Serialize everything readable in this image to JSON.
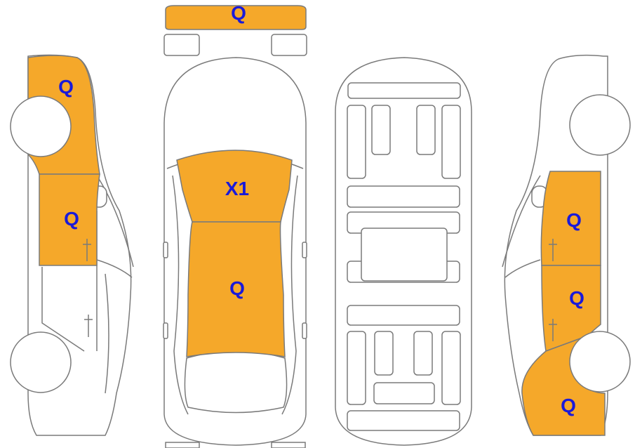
{
  "colors": {
    "damaged_fill": "#F5A82A",
    "label_text": "#1A1AD9",
    "outline": "#7A7A7A"
  },
  "panels": [
    {
      "id": "front-bumper",
      "code": "Q"
    },
    {
      "id": "left-front-fender",
      "code": "Q"
    },
    {
      "id": "left-front-door",
      "code": "Q"
    },
    {
      "id": "hood",
      "code": "X1"
    },
    {
      "id": "roof",
      "code": "Q"
    },
    {
      "id": "right-front-door",
      "code": "Q"
    },
    {
      "id": "right-rear-door",
      "code": "Q"
    },
    {
      "id": "right-rear-quarter",
      "code": "Q"
    }
  ]
}
